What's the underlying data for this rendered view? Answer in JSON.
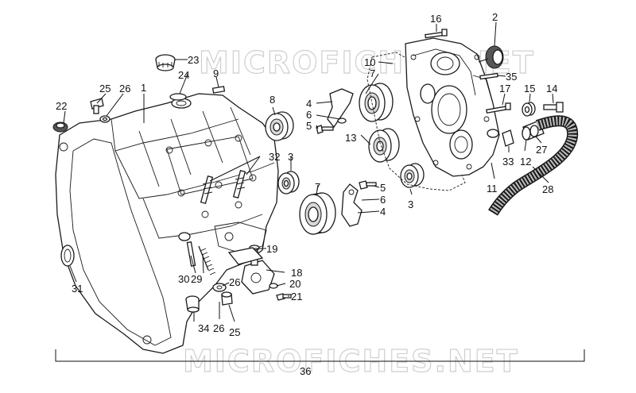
{
  "watermark": {
    "top": "MICROFICHES.NET",
    "bottom": "MICROFICHES.NET"
  },
  "assembly_label": "36",
  "callouts": [
    "1",
    "2",
    "3",
    "3",
    "4",
    "4",
    "5",
    "5",
    "6",
    "6",
    "7",
    "7",
    "8",
    "9",
    "10",
    "11",
    "12",
    "13",
    "14",
    "15",
    "16",
    "17",
    "18",
    "19",
    "20",
    "21",
    "22",
    "23",
    "24",
    "25",
    "25",
    "26",
    "26",
    "26",
    "27",
    "28",
    "29",
    "30",
    "31",
    "32",
    "33",
    "34",
    "35"
  ]
}
